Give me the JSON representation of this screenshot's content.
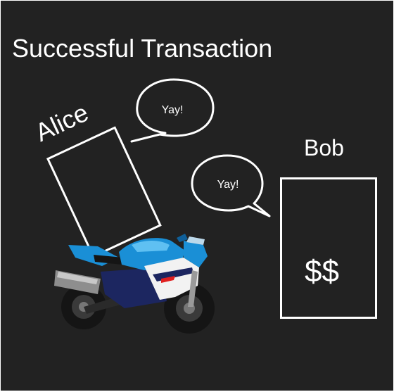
{
  "title": "Successful Transaction",
  "alice": {
    "label": "Alice",
    "speech": "Yay!"
  },
  "bob": {
    "label": "Bob",
    "speech": "Yay!",
    "box_content": "$$"
  },
  "colors": {
    "background": "#222222",
    "foreground": "#ffffff",
    "motorcycle_accent": "#1a8fd6"
  },
  "icons": [
    "speech-bubble",
    "motorcycle-image"
  ]
}
